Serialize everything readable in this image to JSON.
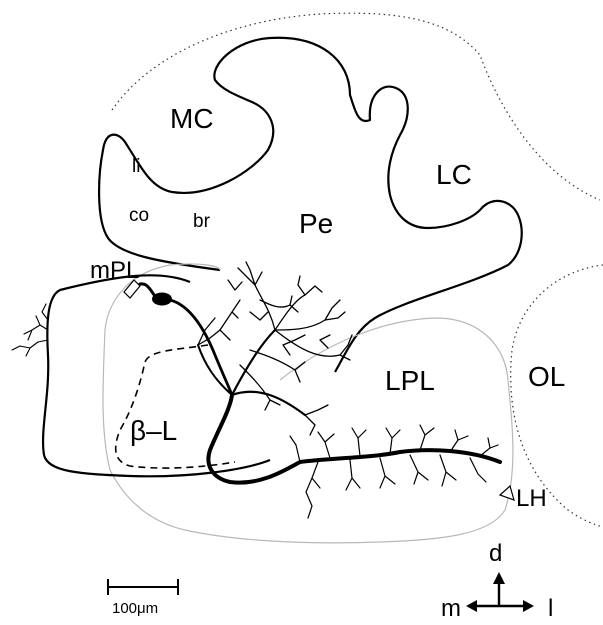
{
  "labels": {
    "mc": "MC",
    "lc": "LC",
    "li": "li",
    "co": "co",
    "br": "br",
    "pe": "Pe",
    "mpl": "mPL",
    "lpl": "LPL",
    "ol": "OL",
    "beta_l": "β–L",
    "lh": "LH"
  },
  "scale_bar": {
    "label": "100μm"
  },
  "orientation": {
    "dorsal": "d",
    "medial": "m",
    "lateral": "l"
  }
}
